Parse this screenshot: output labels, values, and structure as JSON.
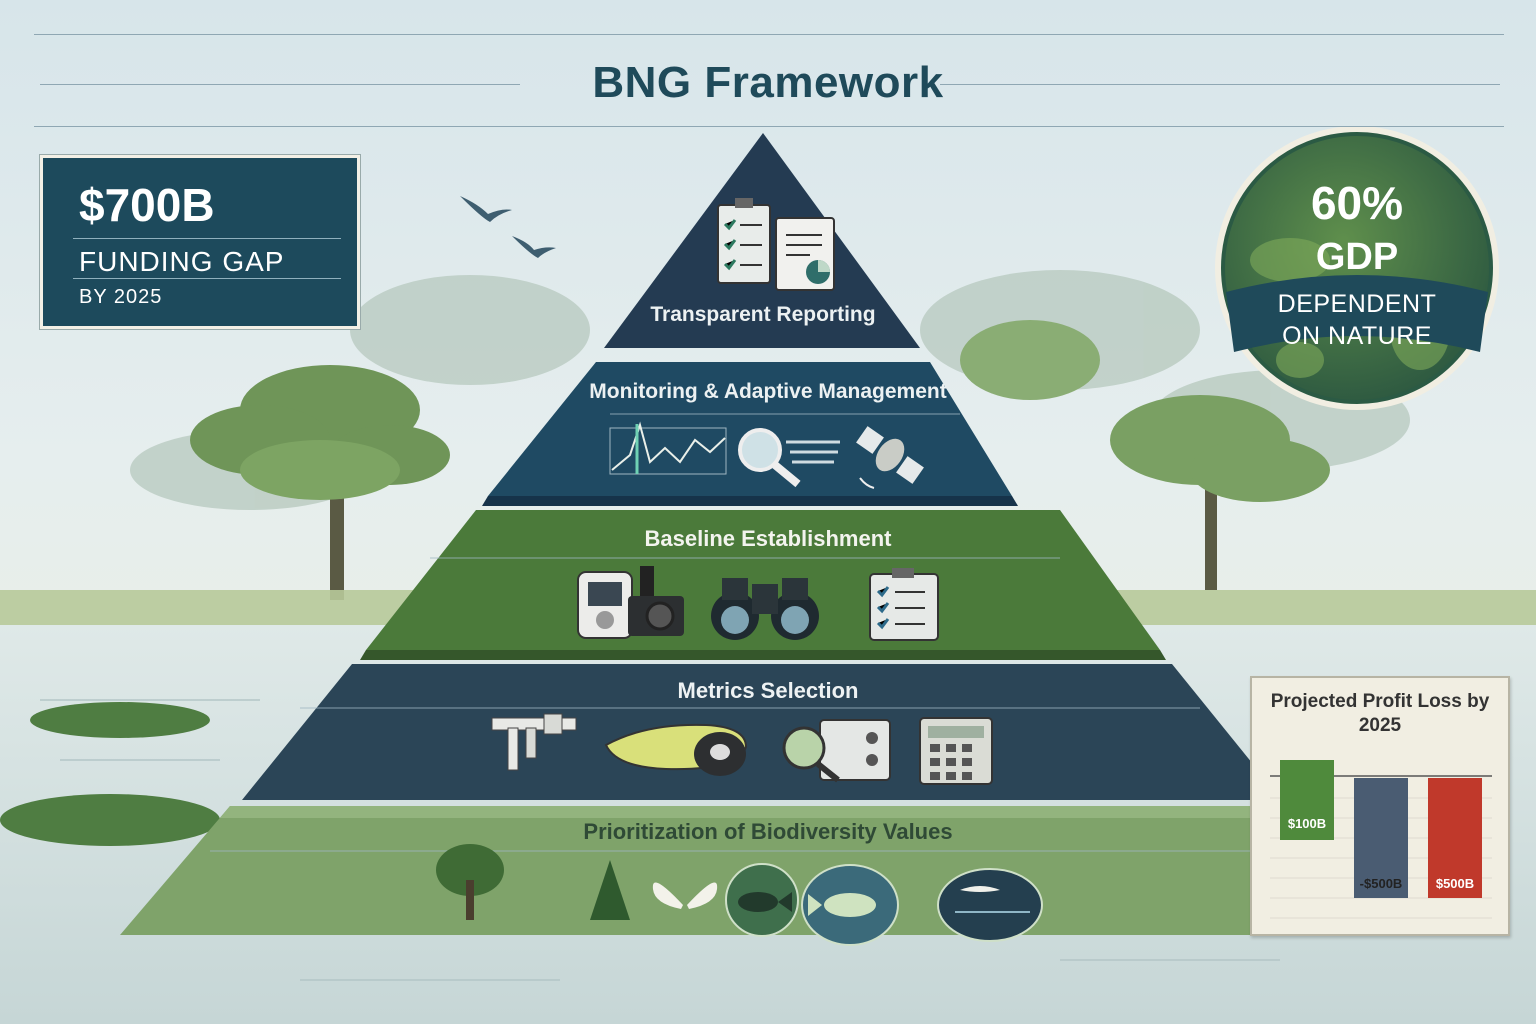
{
  "title": "BNG Framework",
  "funding_gap": {
    "amount": "$700B",
    "label": "FUNDING GAP",
    "sub": "BY 2025"
  },
  "gdp_badge": {
    "percent": "60%",
    "label": "GDP",
    "line1": "DEPENDENT",
    "line2": "ON NATURE"
  },
  "pyramid": {
    "tier1": {
      "label": "Transparent Reporting",
      "icons": [
        "clipboard-checklist-icon",
        "report-chart-icon"
      ]
    },
    "tier2": {
      "label": "Monitoring & Adaptive Management",
      "icons": [
        "line-graph-icon",
        "magnifier-icon",
        "satellite-icon"
      ]
    },
    "tier3": {
      "label": "Baseline Establishment",
      "icons": [
        "gps-device-camera-icon",
        "binoculars-icon",
        "checklist-icon"
      ]
    },
    "tier4": {
      "label": "Metrics Selection",
      "icons": [
        "caliper-icon",
        "measuring-tape-icon",
        "microscope-icon",
        "calculator-icon"
      ]
    },
    "tier5": {
      "label": "Prioritization of Biodiversity Values",
      "icons": [
        "tree-icon",
        "butterfly-icon",
        "fish-icon",
        "coral-fish-icon",
        "wetland-bird-icon"
      ]
    }
  },
  "colors": {
    "navy": "#1f3d52",
    "slate": "#2f4858",
    "green": "#4f8a3c",
    "pale_green": "#8fb07a",
    "red": "#c0392b"
  },
  "chart_data": {
    "type": "bar",
    "title": "Projected Profit Loss by 2025",
    "categories": [
      "",
      "",
      ""
    ],
    "series": [
      {
        "values": [
          100,
          -500,
          -500
        ]
      }
    ],
    "data_labels": [
      "$100B",
      "-$500B",
      "$500B"
    ],
    "bar_colors": [
      "#4f8a3c",
      "#4a5c72",
      "#c0392b"
    ]
  }
}
